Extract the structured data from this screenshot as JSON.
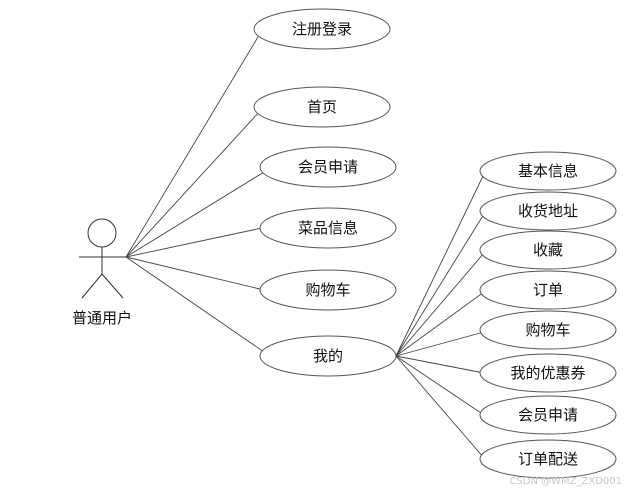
{
  "actor": {
    "label": "普通用户"
  },
  "main_use_cases": [
    {
      "id": "register-login",
      "label": "注册登录"
    },
    {
      "id": "home",
      "label": "首页"
    },
    {
      "id": "member-apply",
      "label": "会员申请"
    },
    {
      "id": "dish-info",
      "label": "菜品信息"
    },
    {
      "id": "cart",
      "label": "购物车"
    },
    {
      "id": "mine",
      "label": "我的"
    }
  ],
  "mine_sub_use_cases": [
    {
      "id": "basic-info",
      "label": "基本信息"
    },
    {
      "id": "shipping-address",
      "label": "收货地址"
    },
    {
      "id": "favorites",
      "label": "收藏"
    },
    {
      "id": "orders",
      "label": "订单"
    },
    {
      "id": "cart",
      "label": "购物车"
    },
    {
      "id": "my-coupons",
      "label": "我的优惠券"
    },
    {
      "id": "member-apply",
      "label": "会员申请"
    },
    {
      "id": "order-delivery",
      "label": "订单配送"
    }
  ],
  "watermark": "CSDN @WMZ_ZXD001"
}
